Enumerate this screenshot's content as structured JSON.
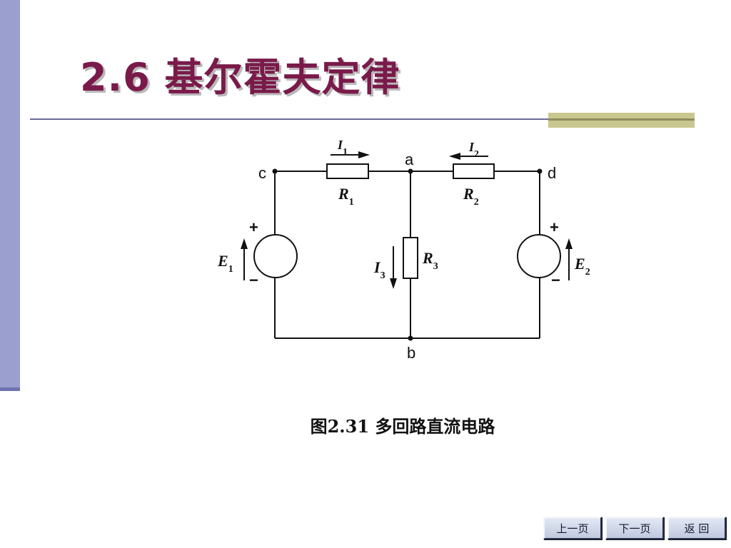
{
  "slide": {
    "title": "2.6  基尔霍夫定律",
    "caption": "图2.31  多回路直流电路"
  },
  "circuit": {
    "nodes": {
      "a": "a",
      "b": "b",
      "c": "c",
      "d": "d"
    },
    "resistors": {
      "r1": "R1",
      "r2": "R2",
      "r3": "R3"
    },
    "currents": {
      "i1": "I1",
      "i2": "I2",
      "i3": "I3"
    },
    "sources": {
      "e1": "E1",
      "e2": "E2"
    },
    "plus": "+",
    "minus": "−"
  },
  "nav": {
    "prev": "上一页",
    "next": "下一页",
    "back": "返  回"
  },
  "colors": {
    "title": "#7a1a4a",
    "left_bar": "#9a9fd0",
    "accent": "#c8c78f"
  }
}
